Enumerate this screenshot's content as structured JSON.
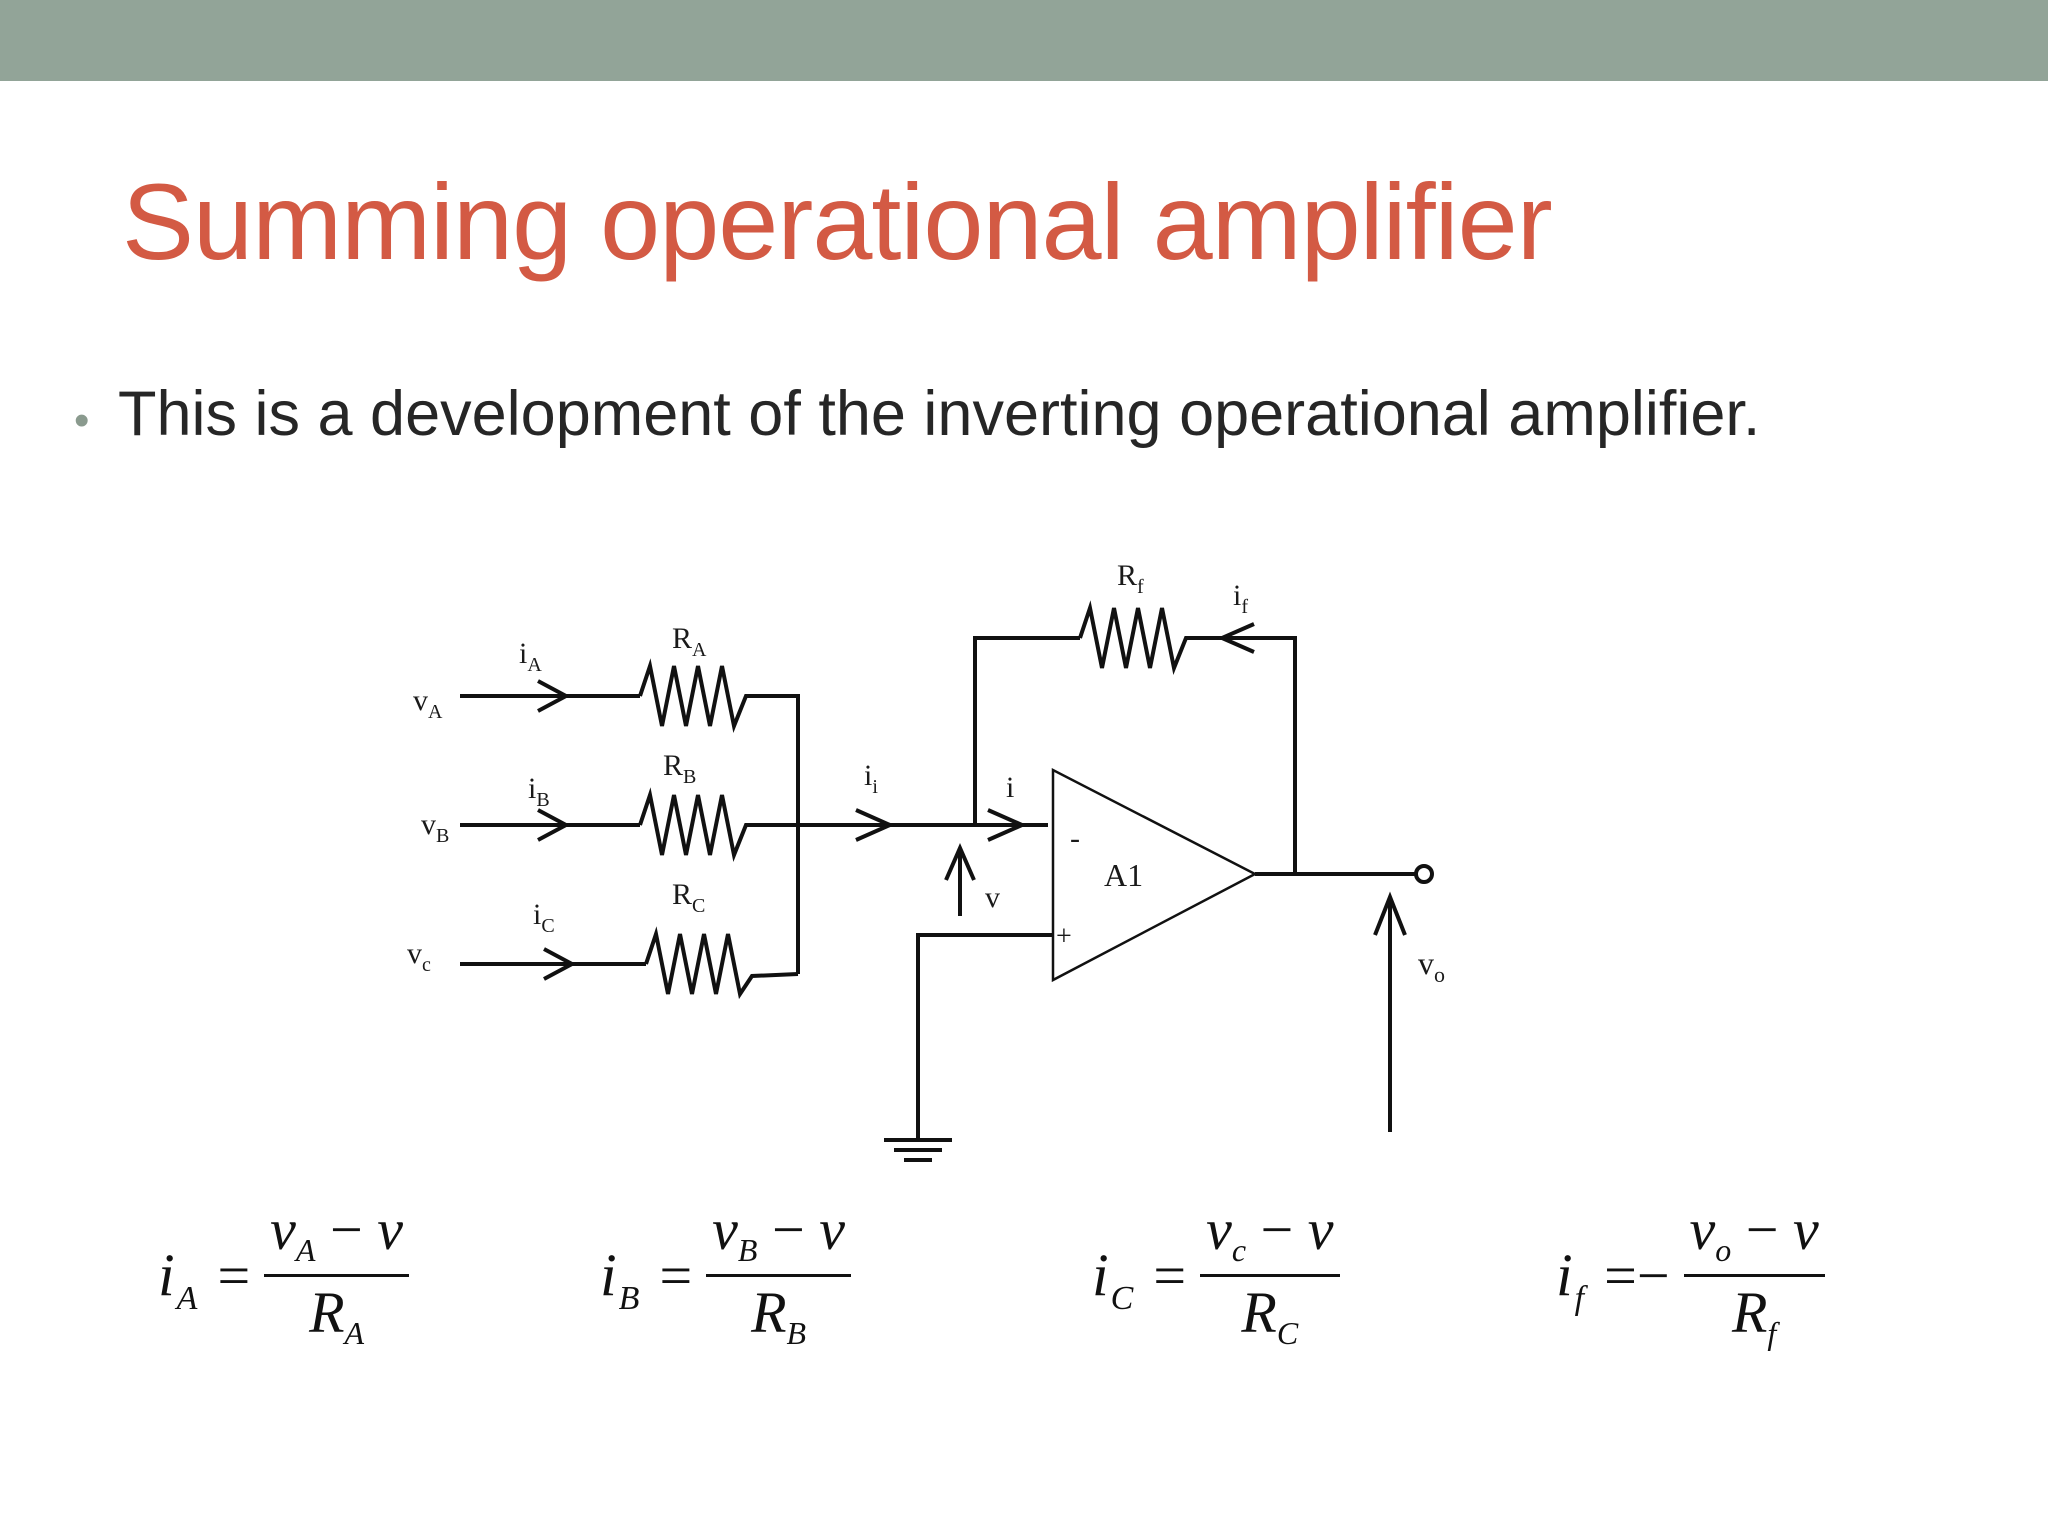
{
  "slide": {
    "title": "Summing operational amplifier",
    "bullet": "This is a development of the inverting operational amplifier."
  },
  "circuit": {
    "inputs": [
      {
        "voltage": "v",
        "voltage_sub": "A",
        "current": "i",
        "current_sub": "A",
        "resistor": "R",
        "resistor_sub": "A"
      },
      {
        "voltage": "v",
        "voltage_sub": "B",
        "current": "i",
        "current_sub": "B",
        "resistor": "R",
        "resistor_sub": "B"
      },
      {
        "voltage": "v",
        "voltage_sub": "c",
        "current": "i",
        "current_sub": "C",
        "resistor": "R",
        "resistor_sub": "C"
      }
    ],
    "feedback_resistor": "R",
    "feedback_resistor_sub": "f",
    "feedback_current": "i",
    "feedback_current_sub": "f",
    "input_current": "i",
    "input_current_sub": "i",
    "opamp_current": "i",
    "node_voltage": "v",
    "amp_label": "A1",
    "minus_sign": "-",
    "plus_sign": "+",
    "output_voltage": "v",
    "output_voltage_sub": "o"
  },
  "formulas": [
    {
      "lhs": "i",
      "lhs_sub": "A",
      "eq": "=",
      "num_var": "v",
      "num_sub": "A",
      "num_op": "−",
      "num_rhs": "v",
      "den": "R",
      "den_sub": "A"
    },
    {
      "lhs": "i",
      "lhs_sub": "B",
      "eq": "=",
      "num_var": "v",
      "num_sub": "B",
      "num_op": "−",
      "num_rhs": "v",
      "den": "R",
      "den_sub": "B"
    },
    {
      "lhs": "i",
      "lhs_sub": "C",
      "eq": "=",
      "num_var": "v",
      "num_sub": "c",
      "num_op": "−",
      "num_rhs": "v",
      "den": "R",
      "den_sub": "C"
    },
    {
      "lhs": "i",
      "lhs_sub": "f",
      "eq": "=−",
      "num_var": "v",
      "num_sub": "o",
      "num_op": "−",
      "num_rhs": "v",
      "den": "R",
      "den_sub": "f"
    }
  ]
}
